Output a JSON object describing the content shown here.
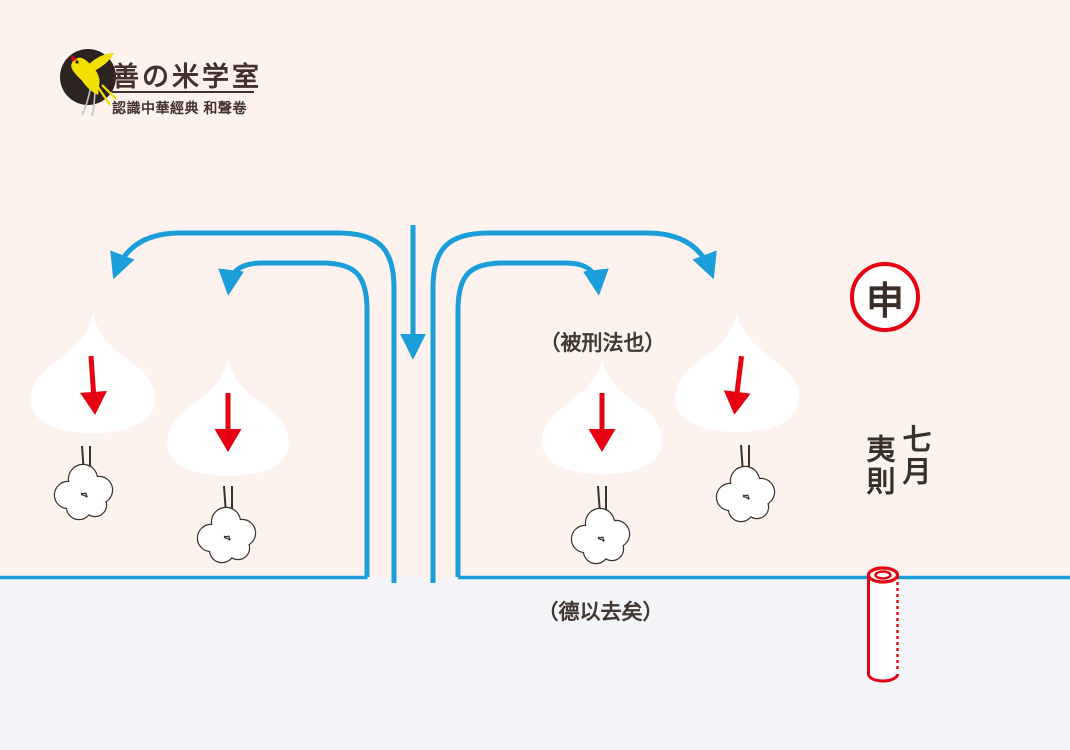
{
  "colors": {
    "sky_background": "#fdf2ee",
    "underground_background": "#f3f5f9",
    "flow_blue": "#1b9ed9",
    "accent_red": "#e60012",
    "ink": "#3b322d",
    "logo_circle_dark": "#2b2320",
    "bird_yellow": "#f2e100"
  },
  "logo": {
    "icon": "swallow-bird-icon",
    "title": "善の米学室",
    "subtitle": "認識中華經典 和聲卷"
  },
  "diagram": {
    "annotation_sky": "（被刑法也）",
    "annotation_underground": "（德以去矣）",
    "earthly_branch_badge": "申",
    "month_label": "七月",
    "pitch_label": "夷則",
    "icons": [
      "down-flow-arrow-icon",
      "teardrop-qi-icon",
      "red-down-arrow-icon",
      "cloud-puff-icon",
      "ground-line",
      "pitch-pipe-icon"
    ],
    "drop_count": 4,
    "blue_arrow_count": 5
  }
}
